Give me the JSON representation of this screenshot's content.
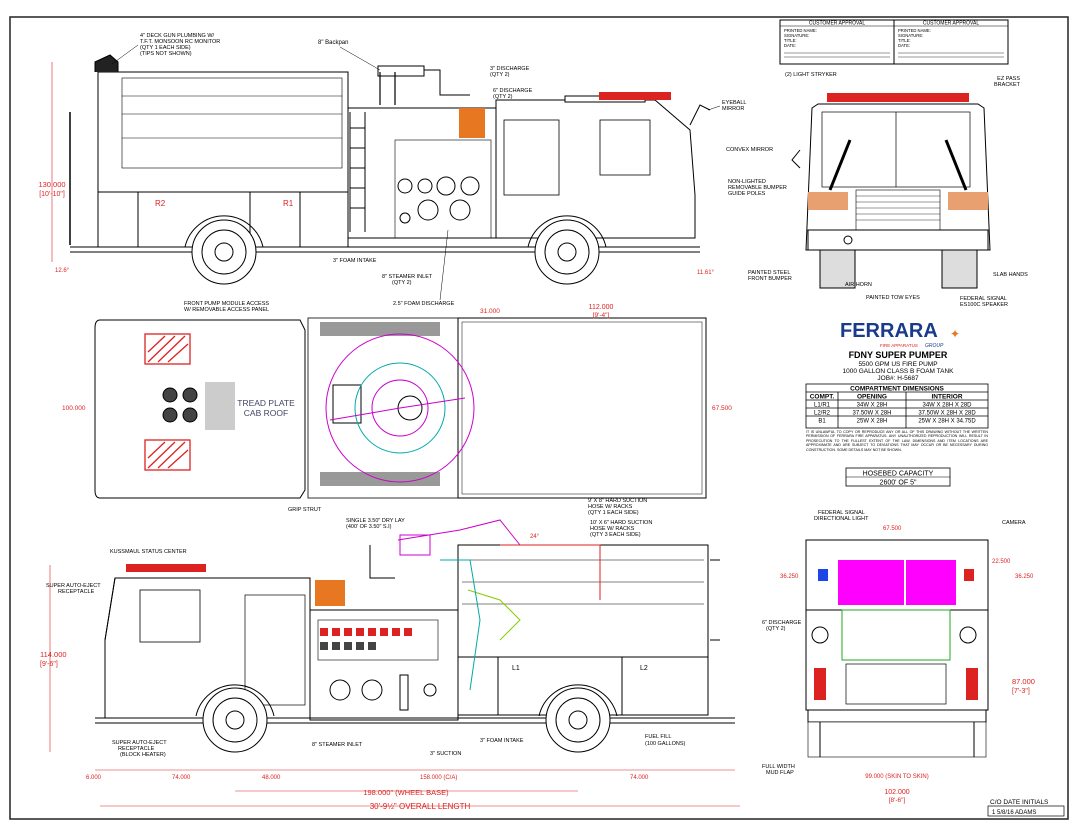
{
  "customer_approval": {
    "header": "CUSTOMER APPROVAL",
    "fields": [
      "PRINTED NAME:",
      "SIGNATURE:",
      "TITLE:",
      "DATE:"
    ]
  },
  "top_left_callouts": {
    "deck_gun": [
      "4\" DECK GUN PLUMBING W/",
      "T.F.T. MONSOON RC MONITOR",
      "(QTY 1 EACH SIDE)",
      "(TIPS NOT SHOWN)"
    ],
    "backpan": "8\" Backpan",
    "discharge_3": [
      "3\" DISCHARGE",
      "(QTY 2)"
    ],
    "discharge_6": [
      "6\" DISCHARGE",
      "(QTY 2)"
    ],
    "eyeball_mirror": [
      "EYEBALL",
      "MIRROR"
    ],
    "foam_intake": "3\" FOAM INTAKE",
    "steamer_inlet": [
      "8\" STEAMER INLET",
      "(QTY 2)"
    ],
    "foam_discharge": "2.5\" FOAM DISCHARGE"
  },
  "side_view_top": {
    "height_dim": [
      "130.000",
      "[10'-10\"]"
    ],
    "left_dim": "12.6°",
    "right_dim": "11.61°",
    "r2_label": "R2",
    "r1_label": "R1"
  },
  "front_view": {
    "light_stryker": "(2) LIGHT STRYKER",
    "ez_pass": [
      "EZ PASS",
      "BRACKET"
    ],
    "convex_mirror": "CONVEX MIRROR",
    "bumper_poles": [
      "NON-LIGHTED",
      "REMOVABLE BUMPER",
      "GUIDE POLES"
    ],
    "painted_bumper": [
      "PAINTED STEEL",
      "FRONT BUMPER"
    ],
    "air_horn": "AIR HORN",
    "tow_eyes": "PAINTED TOW EYES",
    "slide_hands": "SLAB HANDS",
    "federal_speaker": [
      "FEDERAL SIGNAL",
      "ES100C SPEAKER"
    ]
  },
  "top_view": {
    "front_pump_access": [
      "FRONT PUMP MODULE ACCESS",
      "W/ REMOVABLE ACCESS PANEL"
    ],
    "dim_31": "31.000",
    "dim_112": [
      "112.000",
      "[9'-4\"]"
    ],
    "dim_100": "100.000",
    "dim_67": "67.500",
    "tread_plate": [
      "TREAD PLATE",
      "CAB ROOF"
    ],
    "grip_strut": "GRIP STRUT"
  },
  "title_block": {
    "brand": "FERRARA",
    "brand_sub": "FIRE APPARATUS",
    "brand_group": "GROUP",
    "title": "FDNY SUPER PUMPER",
    "line1": "5500 GPM US FIRE PUMP",
    "line2": "1000 GALLON CLASS B FOAM TANK",
    "job": "JOB#: H-5687",
    "table_title": "COMPARTMENT DIMENSIONS",
    "table_headers": [
      "COMPT.",
      "OPENING",
      "INTERIOR"
    ],
    "table_rows": [
      [
        "L1/R1",
        "34W X 28H",
        "34W X 28H X 28D"
      ],
      [
        "L2/R2",
        "37.50W X 28H",
        "37.50W X 28H X 28D"
      ],
      [
        "B1",
        "25W X 28H",
        "25W X 28H X 34.75D"
      ]
    ],
    "disclaimer": "IT IS UNLAWFUL TO COPY OR REPRODUCE ANY OR ALL OF THIS DRAWING WITHOUT THE WRITTEN PERMISSION OF FERRARA FIRE APPARATUS. ANY UNAUTHORIZED REPRODUCTION WILL RESULT IN PROSECUTION TO THE FULLEST EXTENT OF THE LAW. DIMENSIONS AND ITEM LOCATIONS ARE APPROXIMATE AND ARE SUBJECT TO DEVIATIONS THAT MAY OCCUR OR BE NECESSARY DURING CONSTRUCTION. SOME DETAILS MAY NOT BE SHOWN.",
    "hosebed_label": "HOSEBED CAPACITY",
    "hosebed_value": "2600' OF 5\""
  },
  "bottom_side": {
    "kussmaul": "KUSSMAUL STATUS CENTER",
    "auto_eject": [
      "SUPER AUTO-EJECT",
      "RECEPTACLE"
    ],
    "auto_eject_block": [
      "SUPER AUTO-EJECT",
      "RECEPTACLE",
      "(BLOCK HEATER)"
    ],
    "dry_lay": [
      "SINGLE 3.50\" DRY LAY",
      "(400' OF 3.50\" S.I)"
    ],
    "hard_suction_9": [
      "9' X 8\" HARD SUCTION",
      "HOSE W/ RACKS",
      "(QTY 1 EACH SIDE)"
    ],
    "hard_suction_10": [
      "10' X 6\" HARD SUCTION",
      "HOSE W/ RACKS",
      "(QTY 3 EACH SIDE)"
    ],
    "angle": "24°",
    "height_dim": [
      "114.000",
      "[9'-6\"]"
    ],
    "steamer_inlet": "8\" STEAMER INLET",
    "suction": "3\" SUCTION",
    "foam_intake": "3\" FOAM INTAKE",
    "fuel_fill": [
      "FUEL FILL",
      "(100 GALLONS)"
    ],
    "l1_label": "L1",
    "l2_label": "L2",
    "dims": [
      "6.000",
      "74.000",
      "48.000",
      "158.000 (C/A)",
      "74.000"
    ],
    "wheel_base": "198.000\" (WHEEL BASE)",
    "overall_length": "30'-9½\" OVERALL LENGTH"
  },
  "rear_view": {
    "federal_light": [
      "FEDERAL SIGNAL",
      "DIRECTIONAL LIGHT"
    ],
    "camera": "CAMERA",
    "dim_67": "67.500",
    "dim_22": "22.500",
    "dim_36_left": "36.250",
    "dim_36_right": "36.250",
    "discharge_6": [
      "6\" DISCHARGE",
      "(QTY 2)"
    ],
    "height_dim": [
      "87.000",
      "[7'-3\"]"
    ],
    "mud_flap": [
      "FULL WIDTH",
      "MUD FLAP"
    ],
    "skin_dim": "99.000 (SKIN TO SKIN)",
    "width_dim": [
      "102.000",
      "[8'-6\"]"
    ],
    "co_date_initials": "C/O  DATE  INITIALS",
    "co_row": "1  5/8/16  ADAMS"
  }
}
